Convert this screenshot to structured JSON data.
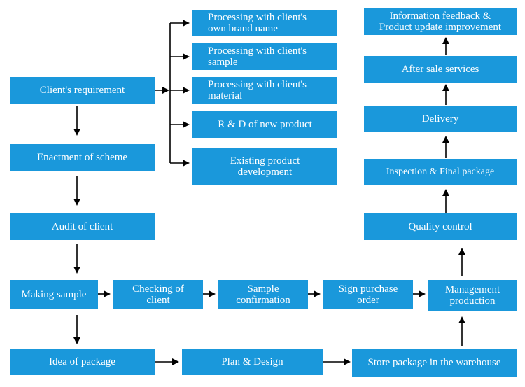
{
  "diagram": {
    "nodes": {
      "client_requirement": "Client's requirement",
      "own_brand": "Processing with client's\nown brand name",
      "client_sample": "Processing with client's\nsample",
      "client_material": "Processing with client's\nmaterial",
      "rd_new_product": "R & D of new product",
      "existing_product": "Existing product\ndevelopment",
      "enactment_scheme": "Enactment of scheme",
      "audit_client": "Audit of client",
      "making_sample": "Making sample",
      "checking_client": "Checking of\nclient",
      "sample_confirmation": "Sample\nconfirmation",
      "sign_purchase": "Sign purchase\norder",
      "management_production": "Management\nproduction",
      "idea_package": "Idea of package",
      "plan_design": "Plan & Design",
      "store_package": "Store package in the warehouse",
      "quality_control": "Quality control",
      "inspection_package": "Inspection & Final package",
      "delivery": "Delivery",
      "after_sale": "After sale services",
      "info_feedback": "Information feedback &\nProduct update improvement"
    },
    "colors": {
      "box": "#1a98db",
      "text": "#ffffff",
      "arrow": "#000000"
    }
  }
}
